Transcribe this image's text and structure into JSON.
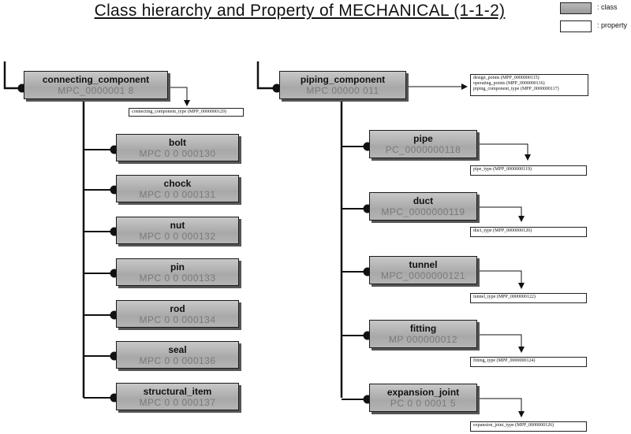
{
  "title": "Class hierarchy and Property of MECHANICAL (1-1-2)",
  "legend": {
    "class_label": ": class",
    "property_label": ": property"
  },
  "left": {
    "root": {
      "name": "connecting_component",
      "code": "MPC_0000001 8"
    },
    "root_property": [
      "connecting_component_type (MPP_0000000129)"
    ],
    "children": [
      {
        "name": "bolt",
        "code": "MPC 0 0 000130"
      },
      {
        "name": "chock",
        "code": "MPC 0 0 000131"
      },
      {
        "name": "nut",
        "code": "MPC 0 0 000132"
      },
      {
        "name": "pin",
        "code": "MPC 0 0 000133"
      },
      {
        "name": "rod",
        "code": "MPC 0 0 000134"
      },
      {
        "name": "seal",
        "code": "MPC 0 0 000136"
      },
      {
        "name": "structural_item",
        "code": "MPC 0 0 000137"
      }
    ]
  },
  "right": {
    "root": {
      "name": "piping_component",
      "code": "MPC 00000 011"
    },
    "root_property": [
      "design_points (MPP_0000000115)",
      "operating_points (MPP_0000000116)",
      "piping_component_type (MPP_0000000117)"
    ],
    "children": [
      {
        "name": "pipe",
        "code": "PC_0000000118",
        "property": "pipe_type (MPP_0000000119)"
      },
      {
        "name": "duct",
        "code": "MPC_0000000119",
        "property": "duct_type (MPP_0000000120)"
      },
      {
        "name": "tunnel",
        "code": "MPC_0000000121",
        "property": "tunnel_type (MPP_0000000122)"
      },
      {
        "name": "fitting",
        "code": "MP 000000012",
        "property": "fitting_type (MPP_0000000124)"
      },
      {
        "name": "expansion_joint",
        "code": "PC 0 0 0001 5",
        "property": "expansion_joint_type (MPP_0000000126)"
      }
    ]
  }
}
